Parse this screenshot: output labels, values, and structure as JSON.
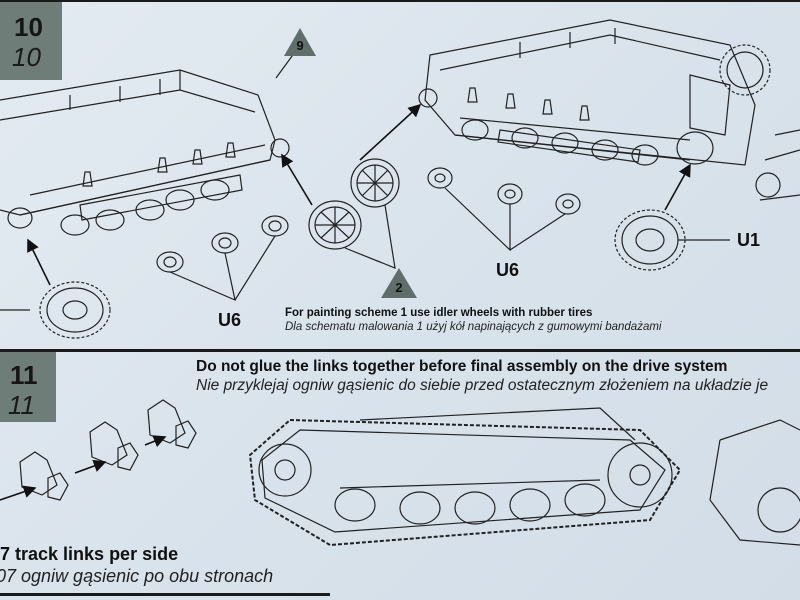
{
  "steps": [
    {
      "number": "10",
      "number_alt": "10"
    },
    {
      "number": "11",
      "number_alt": "11"
    }
  ],
  "step10": {
    "callouts": [
      {
        "number": "9"
      },
      {
        "number": "2"
      }
    ],
    "part_labels": {
      "u6_left": "U6",
      "u6_right": "U6",
      "u1": "U1"
    },
    "note_en": "For painting scheme 1 use idler wheels with rubber tires",
    "note_pl": "Dla schematu malowania 1 użyj kół napinających z gumowymi bandażami"
  },
  "step11": {
    "warning_en": "Do not glue the links together before final assembly on the drive system",
    "warning_pl": "Nie przyklejaj ogniw gąsienic do siebie przed ostatecznym złożeniem na układzie je",
    "count_en": "7 track links per side",
    "count_pl": "07 ogniw gąsienic po obu stronach"
  },
  "colors": {
    "step_box": "#6e7d78",
    "callout": "#5f6e68",
    "paper": "#dde6ee",
    "ink": "#111111"
  }
}
